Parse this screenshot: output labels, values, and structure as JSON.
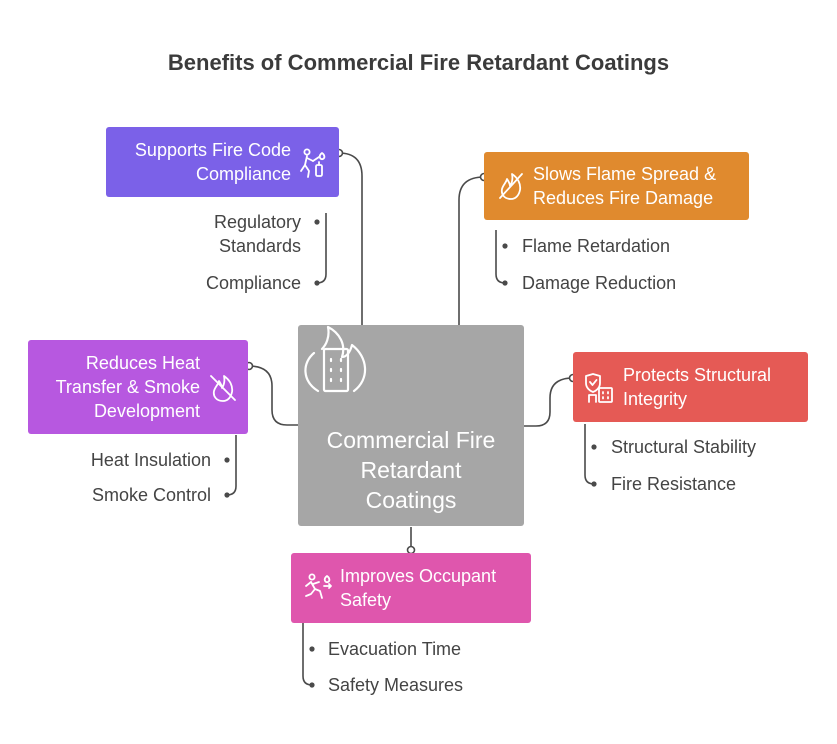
{
  "title": "Benefits of Commercial Fire Retardant Coatings",
  "center": {
    "lines": [
      "Commercial Fire",
      "Retardant",
      "Coatings"
    ],
    "icon": "burning-building-icon"
  },
  "nodes": [
    {
      "id": "fire-code",
      "lines": [
        "Supports Fire Code",
        "Compliance"
      ],
      "color": "#7b61e8",
      "icon": "fire-extinguisher-person-icon",
      "children": [
        [
          "Regulatory",
          "Standards"
        ],
        [
          "Compliance"
        ]
      ]
    },
    {
      "id": "flame-spread",
      "lines": [
        "Slows Flame Spread &",
        "Reduces Fire Damage"
      ],
      "color": "#e08a2e",
      "icon": "no-flame-icon",
      "children": [
        [
          "Flame Retardation"
        ],
        [
          "Damage Reduction"
        ]
      ]
    },
    {
      "id": "heat-smoke",
      "lines": [
        "Reduces Heat",
        "Transfer & Smoke",
        "Development"
      ],
      "color": "#b758e0",
      "icon": "no-fire-icon",
      "children": [
        [
          "Heat Insulation"
        ],
        [
          "Smoke Control"
        ]
      ]
    },
    {
      "id": "structural",
      "lines": [
        "Protects Structural",
        "Integrity"
      ],
      "color": "#e55a55",
      "icon": "shield-building-icon",
      "children": [
        [
          "Structural Stability"
        ],
        [
          "Fire Resistance"
        ]
      ]
    },
    {
      "id": "occupant",
      "lines": [
        "Improves Occupant",
        "Safety"
      ],
      "color": "#df56ad",
      "icon": "evacuation-person-icon",
      "children": [
        [
          "Evacuation Time"
        ],
        [
          "Safety Measures"
        ]
      ]
    }
  ]
}
